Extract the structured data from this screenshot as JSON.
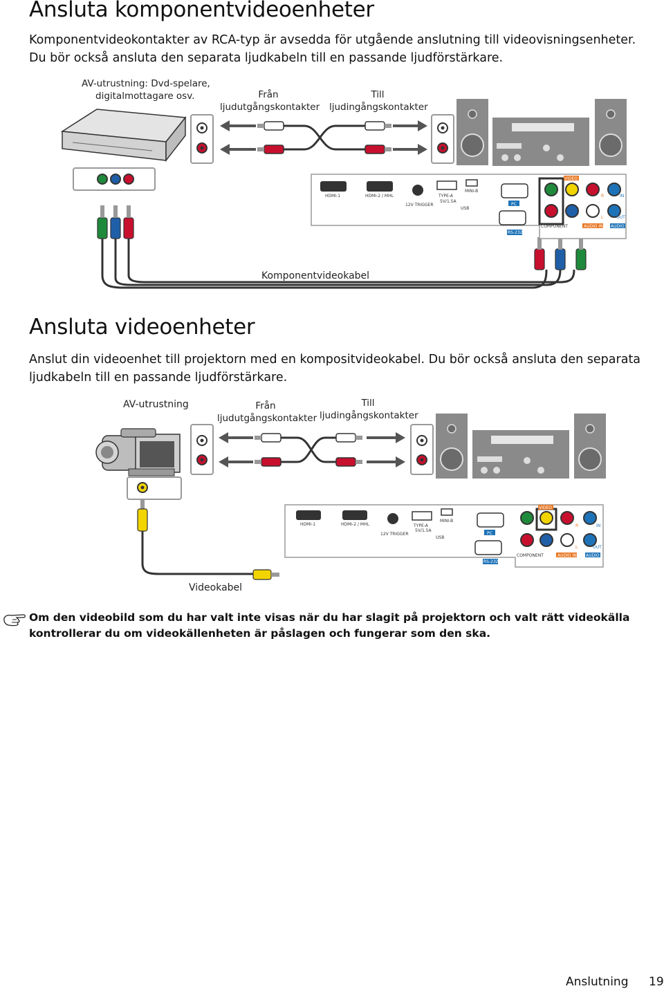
{
  "section1": {
    "title": "Ansluta komponentvideoenheter",
    "paragraph": "Komponentvideokontakter av RCA-typ är avsedda för utgående anslutning till videovisningsenheter. Du bör också ansluta den separata ljudkabeln till en passande ljudförstärkare.",
    "av_line1": "AV-utrustning: Dvd-spelare,",
    "av_line2": "digitalmottagare osv.",
    "from_line1": "Från",
    "from_line2": "ljudutgångskontakter",
    "to_line1": "Till",
    "to_line2": "ljudingångskontakter",
    "cable_label": "Komponentvideokabel"
  },
  "section2": {
    "title": "Ansluta videoenheter",
    "paragraph": "Anslut din videoenhet till projektorn med en kompositvideokabel. Du bör också ansluta den separata ljudkabeln till en passande ljudförstärkare.",
    "av_label": "AV-utrustning",
    "from_line1": "Från",
    "from_line2": "ljudutgångskontakter",
    "to_line1": "Till",
    "to_line2": "ljudingångskontakter",
    "cable_label": "Videokabel"
  },
  "projector_panel": {
    "hdmi1": "HDMI-1",
    "hdmi2": "HDMI-2 / MHL",
    "trigger": "12V TRIGGER",
    "typea": "TYPE-A",
    "typea_rating": "5V/1.5A",
    "minib": "MINI-B",
    "usb": "USB",
    "pc": "PC",
    "rs232": "RS-232",
    "video": "VIDEO",
    "component": "COMPONENT",
    "audio_in": "AUDIO IN",
    "audio": "AUDIO",
    "in": "IN",
    "out": "OUT",
    "r": "R",
    "l": "L"
  },
  "note": {
    "text": "Om den videobild som du har valt inte visas när du har slagit på projektorn och valt rätt videokälla kontrollerar du om videokällenheten är påslagen och fungerar som den ska.",
    "icon": "pointing-hand-icon"
  },
  "footer": {
    "section": "Anslutning",
    "page": "19"
  },
  "colors": {
    "rca_red": "#c8102e",
    "rca_white": "#f2f2f2",
    "rca_green": "#1f8a3b",
    "rca_blue": "#1f5fa8",
    "rca_yellow": "#f2d400",
    "audio_blue": "#1e73b8",
    "orange_badge": "#e87722"
  }
}
